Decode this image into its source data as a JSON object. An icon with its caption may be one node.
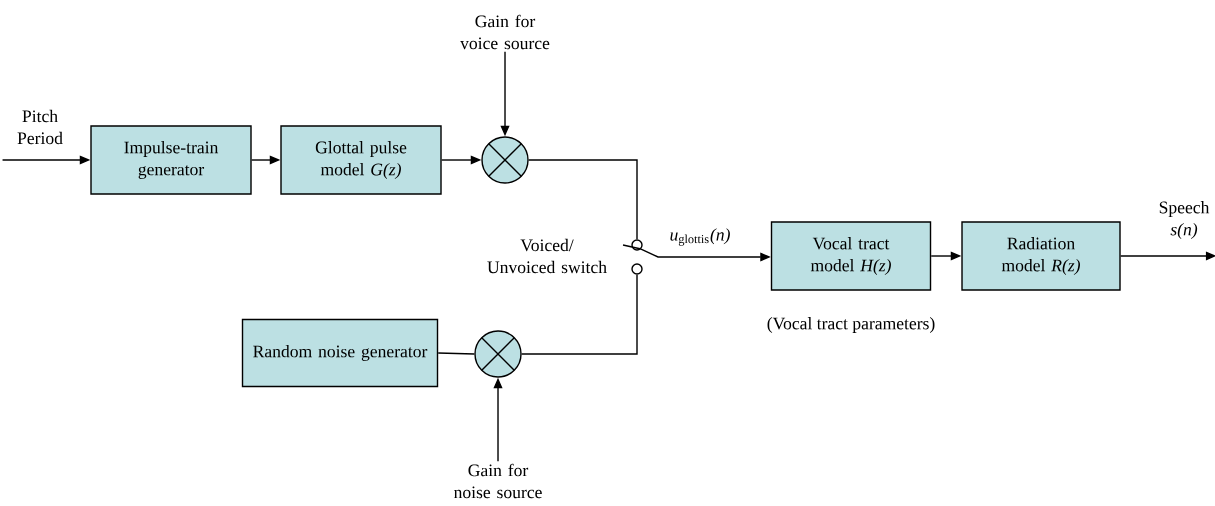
{
  "diagram": {
    "nodes": [
      {
        "text": [
          "Pitch Period"
        ]
      },
      {
        "text": [
          "Impulse-train generator"
        ]
      },
      {
        "text": [
          "Glottal pulse model *G(z)*"
        ]
      },
      {
        "text": [
          "Gain for voice source"
        ]
      },
      {
        "text": [],
        "shape": "circle"
      },
      {
        "text": [],
        "shape": "circle"
      },
      {
        "text": [],
        "shape": "circle"
      },
      {
        "text": [
          "Random noise generator"
        ]
      },
      {
        "text": [],
        "shape": "circle"
      },
      {
        "text": [
          "Gain for noise source"
        ]
      },
      {
        "text": [
          "Vocal tract model *H(z)*"
        ],
        "beside": [
          "(Vocal tract parameters)"
        ]
      },
      {
        "text": [
          "Radiation model *R(z)*"
        ]
      },
      {
        "text": [
          "Speech *s(n)*"
        ]
      }
    ],
    "edges": [
      {
        "from": 0,
        "to": 1,
        "arrow": "to"
      },
      {
        "from": 1,
        "to": 2,
        "arrow": "to"
      },
      {
        "from": 2,
        "to": 4,
        "arrow": "to"
      },
      {
        "from": 3,
        "to": 4,
        "arrow": "to"
      },
      {
        "from": 4,
        "to": 5,
        "arrow": "none"
      },
      {
        "from": 7,
        "to": 8,
        "arrow": "none"
      },
      {
        "from": 9,
        "to": 8,
        "arrow": "to"
      },
      {
        "from": 8,
        "to": 6,
        "arrow": "none"
      },
      {
        "from": 5,
        "to": 10,
        "arrow": "to",
        "label": "*u*$_{glottis}$*(n)*"
      },
      {
        "from": 10,
        "to": 11,
        "arrow": "to"
      },
      {
        "from": 11,
        "to": 12,
        "arrow": "to"
      }
    ],
    "labels": [
      "Voiced/ Unvoiced switch"
    ]
  }
}
